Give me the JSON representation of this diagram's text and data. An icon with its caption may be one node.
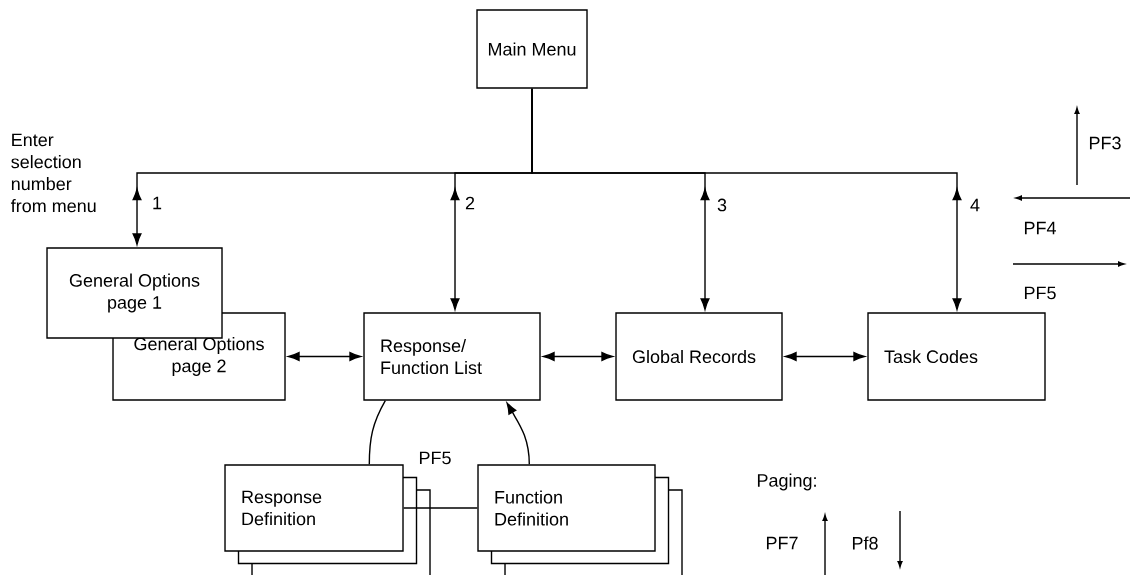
{
  "diagram": {
    "nodes": [
      {
        "text": [
          "Main Menu"
        ]
      },
      {
        "text": [
          "General Options page 1"
        ]
      },
      {
        "text": [
          "General Options page 2"
        ]
      },
      {
        "text": [
          "Response/ Function List"
        ]
      },
      {
        "text": [
          "Global Records"
        ]
      },
      {
        "text": [
          "Task Codes"
        ]
      },
      {
        "text": [
          "Response Definition"
        ]
      },
      {
        "text": [
          "Function Definition"
        ]
      }
    ],
    "edges": [
      {
        "from": 0,
        "to": 1,
        "arrow": "to",
        "label": "1"
      },
      {
        "from": 0,
        "to": 3,
        "arrow": "to",
        "label": "2"
      },
      {
        "from": 0,
        "to": 4,
        "arrow": "to",
        "label": "3"
      },
      {
        "from": 0,
        "to": 5,
        "arrow": "to",
        "label": "4"
      },
      {
        "from": 2,
        "to": 3,
        "arrow": "both"
      },
      {
        "from": 3,
        "to": 4,
        "arrow": "both"
      },
      {
        "from": 4,
        "to": 5,
        "arrow": "both"
      },
      {
        "from": 3,
        "to": 6,
        "arrow": "none"
      },
      {
        "from": 6,
        "to": 7,
        "arrow": "none"
      },
      {
        "from": 7,
        "to": 3,
        "arrow": "to"
      }
    ],
    "labels": [
      "Enter selection number from menu",
      "PF3",
      "PF4",
      "PF5",
      "PF5",
      "Paging:",
      "PF7",
      "Pf8"
    ]
  }
}
